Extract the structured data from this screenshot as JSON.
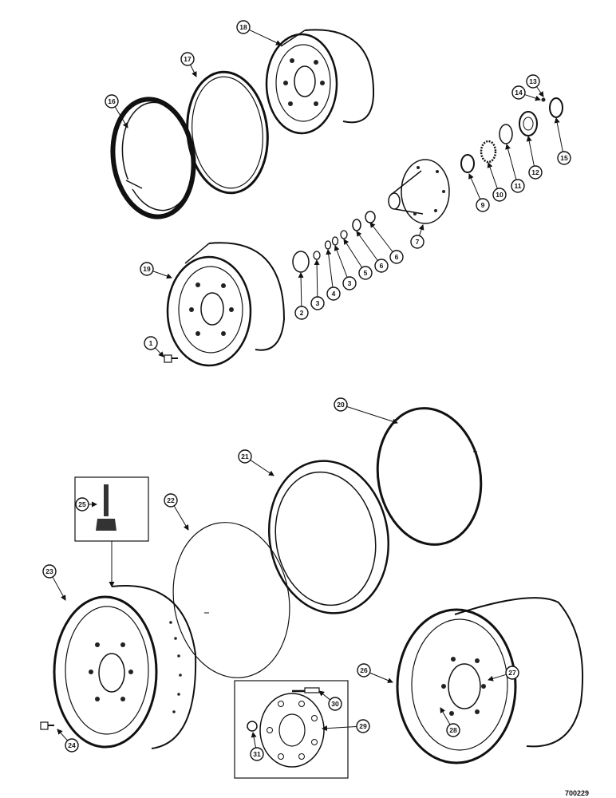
{
  "figure_id": "700229",
  "callouts": [
    "1",
    "2",
    "3",
    "4",
    "3",
    "5",
    "6",
    "6",
    "7",
    "9",
    "10",
    "11",
    "12",
    "14",
    "13",
    "15",
    "16",
    "17",
    "18",
    "19",
    "20",
    "21",
    "22",
    "23",
    "24",
    "25",
    "26",
    "27",
    "28",
    "29",
    "30",
    "31"
  ]
}
